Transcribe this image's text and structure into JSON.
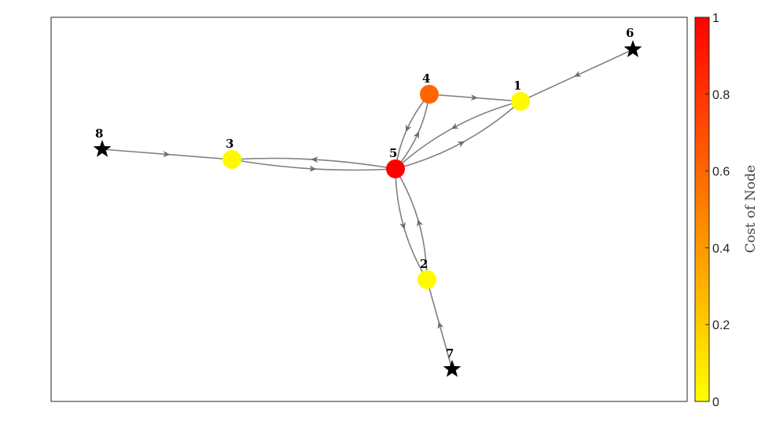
{
  "graph": {
    "nodes": [
      {
        "id": "1",
        "label": "1",
        "kind": "circle",
        "cost": 0.02
      },
      {
        "id": "2",
        "label": "2",
        "kind": "circle",
        "cost": 0.02
      },
      {
        "id": "3",
        "label": "3",
        "kind": "circle",
        "cost": 0.02
      },
      {
        "id": "4",
        "label": "4",
        "kind": "circle",
        "cost": 0.6
      },
      {
        "id": "5",
        "label": "5",
        "kind": "circle",
        "cost": 1.0
      },
      {
        "id": "6",
        "label": "6",
        "kind": "star"
      },
      {
        "id": "7",
        "label": "7",
        "kind": "star"
      },
      {
        "id": "8",
        "label": "8",
        "kind": "star"
      }
    ],
    "edges": [
      {
        "from": "6",
        "to": "1"
      },
      {
        "from": "4",
        "to": "1"
      },
      {
        "from": "1",
        "to": "5"
      },
      {
        "from": "5",
        "to": "1"
      },
      {
        "from": "4",
        "to": "5"
      },
      {
        "from": "5",
        "to": "4"
      },
      {
        "from": "8",
        "to": "3"
      },
      {
        "from": "5",
        "to": "3"
      },
      {
        "from": "3",
        "to": "5"
      },
      {
        "from": "5",
        "to": "2"
      },
      {
        "from": "2",
        "to": "5"
      },
      {
        "from": "7",
        "to": "2"
      }
    ]
  },
  "colorbar": {
    "title": "Cost of Node",
    "ticks": [
      "0",
      "0.2",
      "0.4",
      "0.6",
      "0.8",
      "1"
    ],
    "range": [
      0,
      1
    ],
    "color_low": "#ffff00",
    "color_high": "#ff0000"
  },
  "colors": {
    "edge": "#808080",
    "star": "#000000",
    "frame": "#262626"
  }
}
